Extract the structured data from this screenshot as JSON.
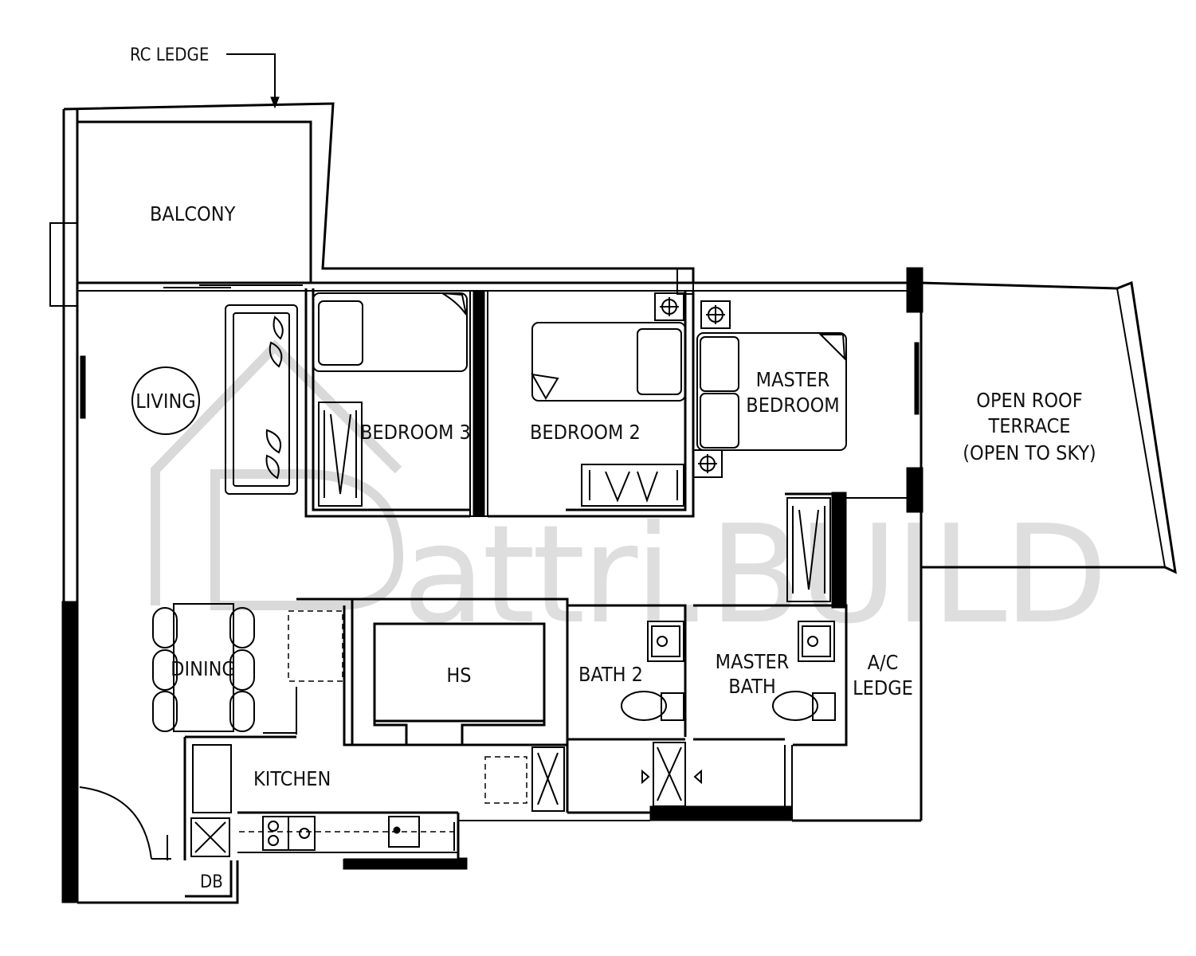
{
  "watermark": {
    "brand": "attri.BUILD"
  },
  "labels": {
    "rc_ledge": "RC LEDGE",
    "balcony": "BALCONY",
    "living": "LIVING",
    "bedroom3": "BEDROOM 3",
    "bedroom2": "BEDROOM 2",
    "master_bedroom_1": "MASTER",
    "master_bedroom_2": "BEDROOM",
    "terrace_1": "OPEN ROOF",
    "terrace_2": "TERRACE",
    "terrace_3": "(OPEN TO SKY)",
    "dining": "DINING",
    "hs": "HS",
    "bath2": "BATH 2",
    "master_bath_1": "MASTER",
    "master_bath_2": "BATH",
    "ac_ledge_1": "A/C",
    "ac_ledge_2": "LEDGE",
    "kitchen": "KITCHEN",
    "db": "DB"
  },
  "colors": {
    "line": "#000000",
    "watermark": "#d9d9d9",
    "background": "#ffffff"
  }
}
